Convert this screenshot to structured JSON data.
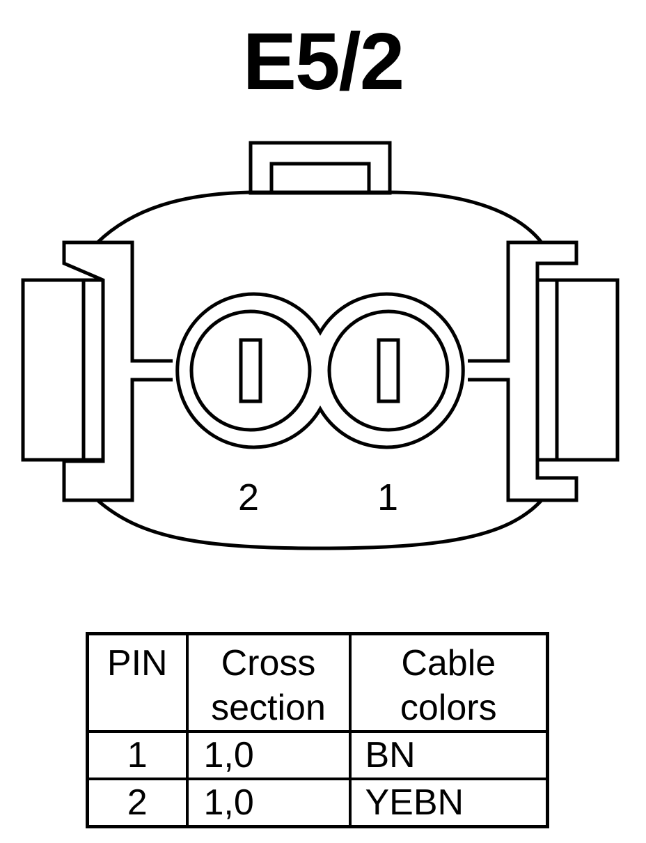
{
  "title": "E5/2",
  "connector": {
    "pin_labels": [
      "2",
      "1"
    ]
  },
  "table": {
    "headers": {
      "pin": "PIN",
      "cross_section": [
        "Cross",
        "section"
      ],
      "cable_colors": [
        "Cable",
        "colors"
      ]
    },
    "rows": [
      {
        "pin": "1",
        "cross_section": "1,0",
        "cable_color": "BN"
      },
      {
        "pin": "2",
        "cross_section": "1,0",
        "cable_color": "YEBN"
      }
    ]
  }
}
